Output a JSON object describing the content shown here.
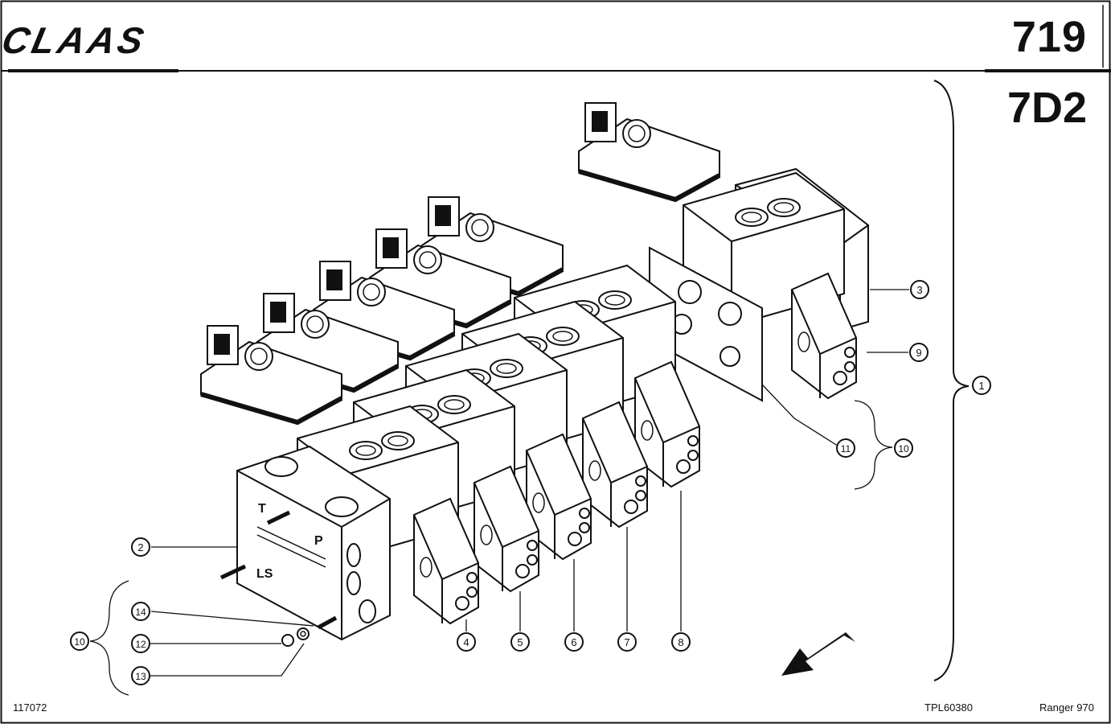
{
  "header": {
    "logo_text": "CLAAS",
    "page_number": "719",
    "group_code": "7D2"
  },
  "footer": {
    "image_number": "117072",
    "drawing_number": "TPL60380",
    "model": "Ranger 970"
  },
  "callouts": [
    "1",
    "2",
    "3",
    "4",
    "5",
    "6",
    "7",
    "8",
    "9",
    "10",
    "11",
    "10",
    "12",
    "13",
    "14"
  ],
  "port_labels": [
    "T",
    "P",
    "LS"
  ],
  "icons": [
    "claas-logo",
    "direction-arrow-icon"
  ]
}
